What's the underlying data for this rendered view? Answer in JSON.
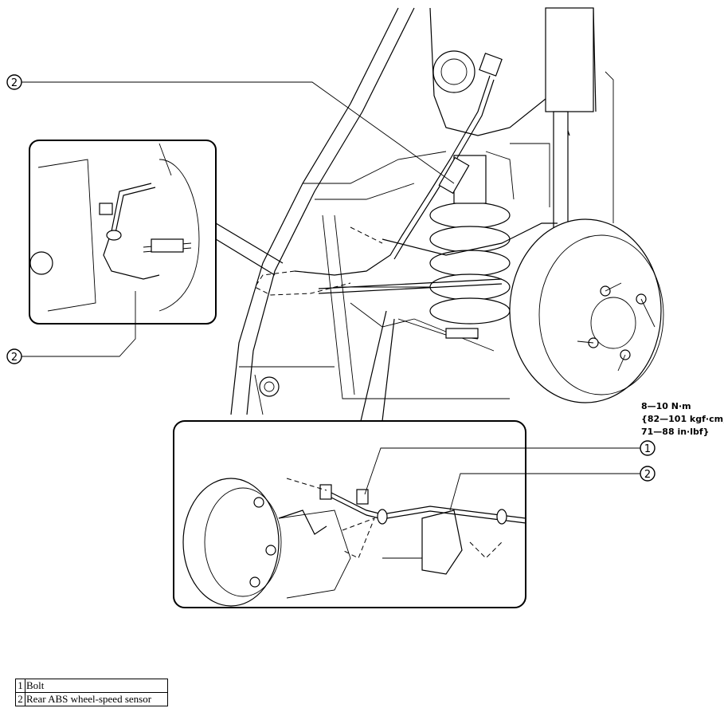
{
  "callouts": {
    "top_left": "2",
    "inset_left_bottom": "2",
    "bottom_inset_1": "1",
    "bottom_inset_2": "2"
  },
  "torque_spec": {
    "line1": "8—10 N·m",
    "line2": "{82—101 kgf·cm,",
    "line3": "71—88 in·lbf}"
  },
  "legend": {
    "rows": [
      {
        "num": "1",
        "label": "Bolt"
      },
      {
        "num": "2",
        "label": "Rear ABS wheel-speed sensor"
      }
    ]
  }
}
